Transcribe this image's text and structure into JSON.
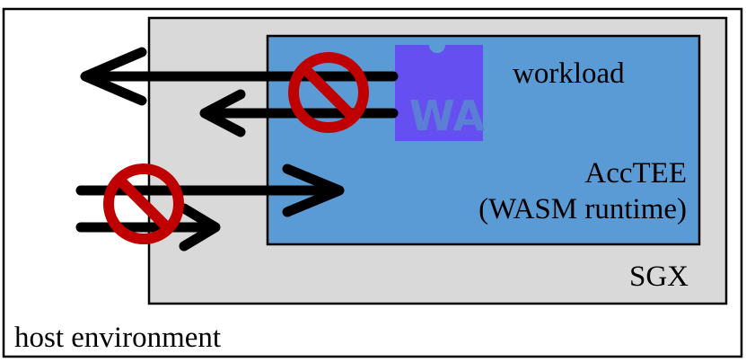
{
  "labels": {
    "host": "host environment",
    "sgx": "SGX",
    "acctee_line1": "AccTEE",
    "acctee_line2": "(WASM runtime)",
    "workload": "workload",
    "wa_logo": "WA"
  },
  "colors": {
    "sgx_fill": "#d9d9d9",
    "acctee_fill": "#5b9bd5",
    "wa_logo": "#654ff0",
    "wa_logo_text": "#5b7fd5",
    "block_sign": "#c00000",
    "arrow": "#000000",
    "border": "#000000"
  }
}
